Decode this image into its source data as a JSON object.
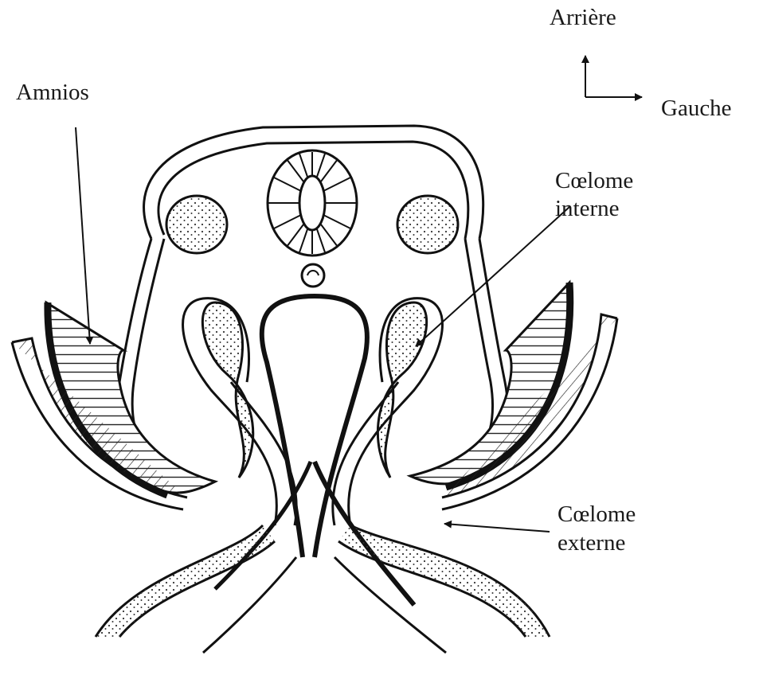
{
  "labels": {
    "arriere": "Arrière",
    "gauche": "Gauche",
    "amnios": "Amnios",
    "coelome_interne": [
      "Cœlome",
      "interne"
    ],
    "coelome_externe": [
      "Cœlome",
      "externe"
    ]
  },
  "colors": {
    "ink": "#111111",
    "paper": "#ffffff"
  }
}
